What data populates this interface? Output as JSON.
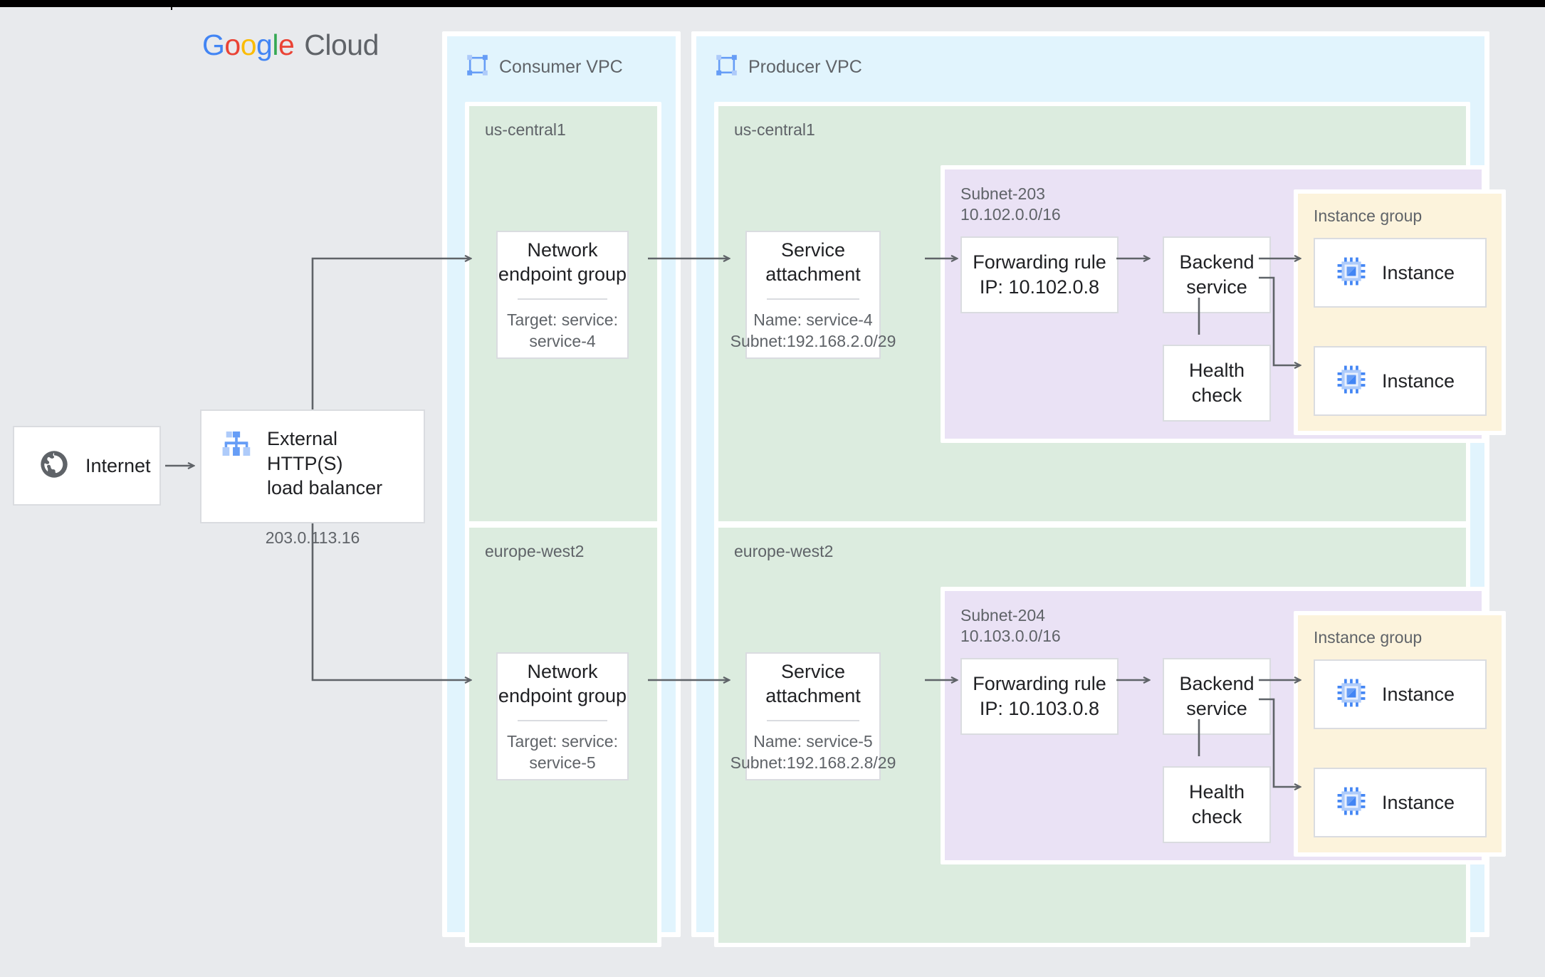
{
  "brand": {
    "g1": "G",
    "o1": "o",
    "o2": "o",
    "g2": "g",
    "l": "l",
    "e": "e",
    "cloud": "Cloud"
  },
  "internet": {
    "label": "Internet",
    "icon": "globe-icon"
  },
  "load_balancer": {
    "title_line1": "External HTTP(S)",
    "title_line2": "load balancer",
    "ip": "203.0.113.16",
    "icon": "load-balancer-icon"
  },
  "consumer_vpc": {
    "title": "Consumer VPC",
    "icon": "vpc-icon",
    "regions": [
      {
        "name": "us-central1",
        "neg": {
          "title_line1": "Network",
          "title_line2": "endpoint group",
          "sub_line1": "Target: service:",
          "sub_line2": "service-4"
        }
      },
      {
        "name": "europe-west2",
        "neg": {
          "title_line1": "Network",
          "title_line2": "endpoint group",
          "sub_line1": "Target: service:",
          "sub_line2": "service-5"
        }
      }
    ]
  },
  "producer_vpc": {
    "title": "Producer VPC",
    "icon": "vpc-icon",
    "regions": [
      {
        "name": "us-central1",
        "service_attachment": {
          "title_line1": "Service",
          "title_line2": "attachment",
          "sub_line1": "Name: service-4",
          "sub_line2": "Subnet:192.168.2.0/29"
        },
        "subnet": {
          "name": "Subnet-203",
          "cidr": "10.102.0.0/16"
        },
        "forwarding_rule": {
          "title_line1": "Forwarding rule",
          "title_line2": "IP: 10.102.0.8"
        },
        "backend_service": {
          "title_line1": "Backend",
          "title_line2": "service"
        },
        "health_check": {
          "title_line1": "Health",
          "title_line2": "check"
        },
        "instance_group": {
          "label": "Instance group",
          "instances": [
            {
              "label": "Instance",
              "icon": "instance-chip-icon"
            },
            {
              "label": "Instance",
              "icon": "instance-chip-icon"
            }
          ]
        }
      },
      {
        "name": "europe-west2",
        "service_attachment": {
          "title_line1": "Service",
          "title_line2": "attachment",
          "sub_line1": "Name: service-5",
          "sub_line2": "Subnet:192.168.2.8/29"
        },
        "subnet": {
          "name": "Subnet-204",
          "cidr": "10.103.0.0/16"
        },
        "forwarding_rule": {
          "title_line1": "Forwarding rule",
          "title_line2": "IP: 10.103.0.8"
        },
        "backend_service": {
          "title_line1": "Backend",
          "title_line2": "service"
        },
        "health_check": {
          "title_line1": "Health",
          "title_line2": "check"
        },
        "instance_group": {
          "label": "Instance group",
          "instances": [
            {
              "label": "Instance",
              "icon": "instance-chip-icon"
            },
            {
              "label": "Instance",
              "icon": "instance-chip-icon"
            }
          ]
        }
      }
    ]
  },
  "colors": {
    "page_bg": "#e8eaed",
    "vpc_bg": "#e1f4fd",
    "region_bg": "#dcecdf",
    "subnet_bg": "#eae2f5",
    "instance_group_bg": "#fcf3dc",
    "card_bg": "#ffffff",
    "card_border": "#dadce0",
    "connector": "#5f6368",
    "text_primary": "#202124",
    "text_secondary": "#5f6368",
    "accent_blue": "#4285F4"
  }
}
